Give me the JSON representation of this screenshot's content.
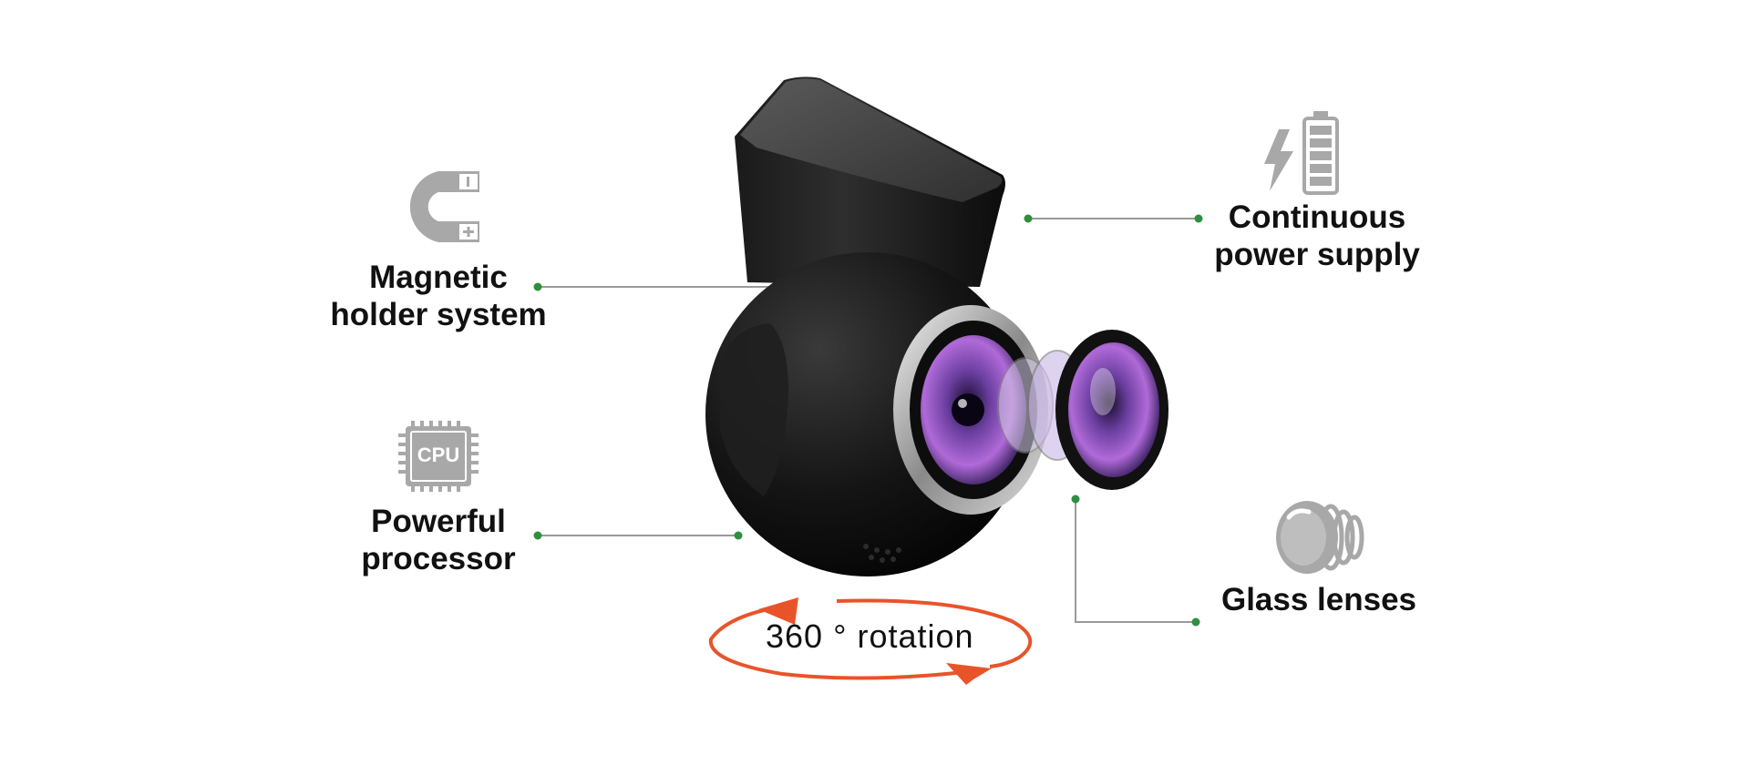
{
  "colors": {
    "connector": "#9a9a9a",
    "dot": "#2f8f3f",
    "accent": "#e8542a",
    "icon": "#a8a8a8",
    "text": "#111111"
  },
  "features": {
    "magnetic": {
      "line1": "Magnetic",
      "line2": "holder system",
      "icon": "magnet-icon"
    },
    "processor": {
      "line1": "Powerful",
      "line2": "processor",
      "icon": "cpu-chip-icon",
      "chip_text": "CPU"
    },
    "power": {
      "line1": "Continuous",
      "line2": "power supply",
      "icon": "battery-bolt-icon"
    },
    "lenses": {
      "line1": "Glass lenses",
      "icon": "lens-stack-icon"
    }
  },
  "rotation": {
    "label": "360 ° rotation",
    "icon": "rotation-arrows-icon"
  },
  "product": {
    "icon": "dash-camera-image"
  }
}
